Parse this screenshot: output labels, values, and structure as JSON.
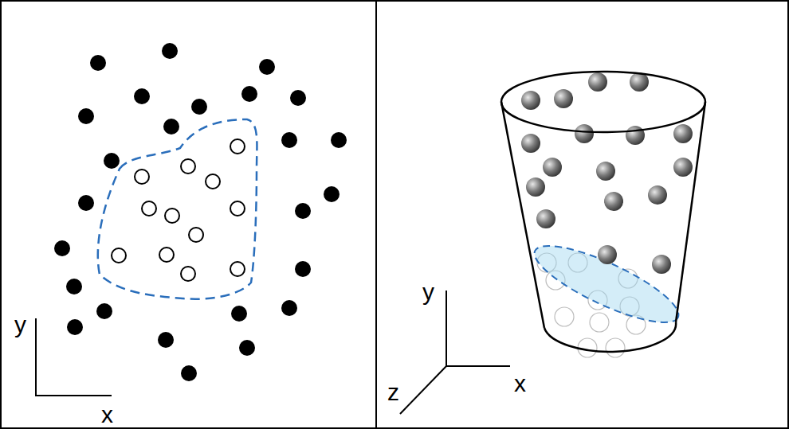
{
  "diagram": {
    "labels": [
      "y",
      "x",
      "y",
      "x",
      "z"
    ]
  }
}
